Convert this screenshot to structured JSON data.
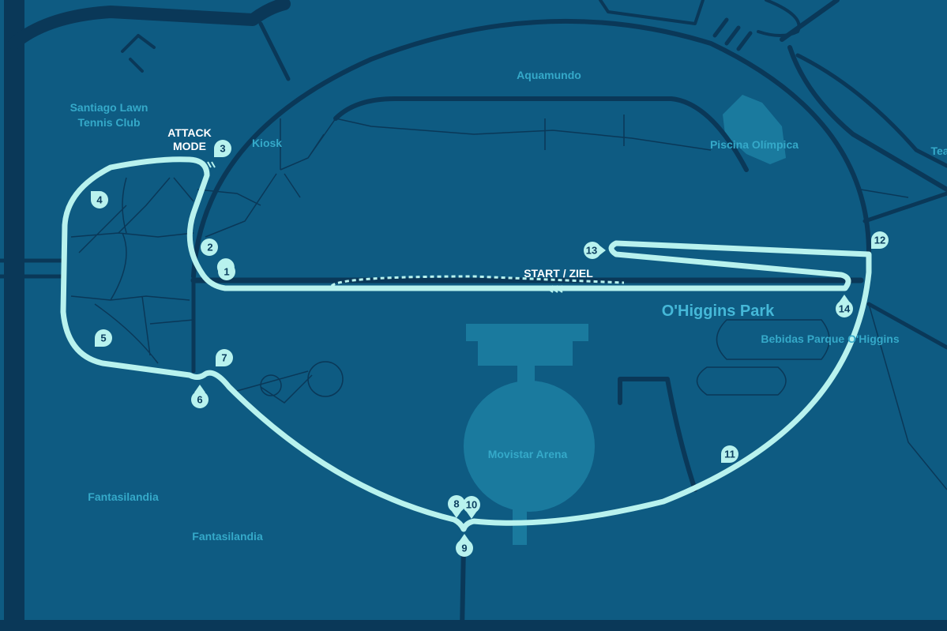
{
  "colors": {
    "background": "#0e5b82",
    "road": "#0a3858",
    "track": "#b8f2ee",
    "label": "#35a9c9",
    "building": "#1a7a9e",
    "marker_text": "#0c3f60"
  },
  "labels": {
    "aquamundo": "Aquamundo",
    "santiago_lawn_1": "Santiago Lawn",
    "santiago_lawn_2": "Tennis Club",
    "kiosk": "Kiosk",
    "piscina": "Piscina Olímpica",
    "tea": "Tea",
    "ohiggins_park": "O'Higgins Park",
    "bebidas": "Bebidas Parque O'Higgins",
    "movistar": "Movistar Arena",
    "fantasilandia_1": "Fantasilandia",
    "fantasilandia_2": "Fantasilandia"
  },
  "track_labels": {
    "attack_mode_1": "ATTACK",
    "attack_mode_2": "MODE",
    "start_finish": "START / ZIEL"
  },
  "turns": [
    "1",
    "2",
    "3",
    "4",
    "5",
    "6",
    "7",
    "8",
    "9",
    "10",
    "11",
    "12",
    "13",
    "14"
  ]
}
